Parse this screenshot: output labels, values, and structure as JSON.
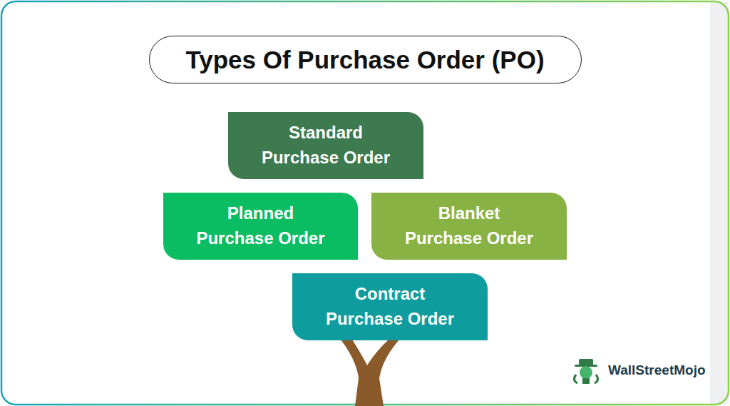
{
  "diagram": {
    "title": "Types Of Purchase Order (PO)",
    "nodes": [
      {
        "text": [
          "Standard Purchase Order"
        ]
      },
      {
        "text": [
          "Planned Purchase Order"
        ]
      },
      {
        "text": [
          "Blanket Purchase Order"
        ]
      },
      {
        "text": [
          "Contract Purchase Order"
        ]
      }
    ],
    "labels": [
      "WallStreetMojo"
    ]
  }
}
